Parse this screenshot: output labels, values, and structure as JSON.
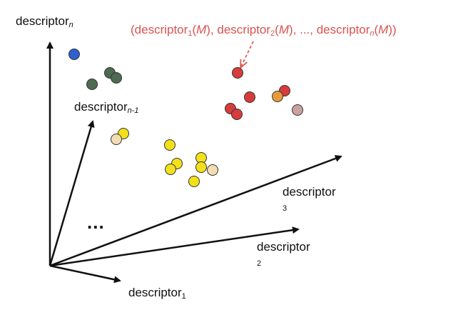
{
  "axes": [
    {
      "key": "descriptor_n",
      "base": "descriptor",
      "subscript": "n",
      "subscript_italic": true
    },
    {
      "key": "descriptor_n_minus_1",
      "base": "descriptor",
      "subscript": "n-1",
      "subscript_italic": true
    },
    {
      "key": "descriptor_3",
      "base": "descriptor",
      "subscript": "3",
      "subscript_italic": false
    },
    {
      "key": "descriptor_2",
      "base": "descriptor",
      "subscript": "2",
      "subscript_italic": false
    },
    {
      "key": "descriptor_1",
      "base": "descriptor",
      "subscript": "1",
      "subscript_italic": false
    }
  ],
  "ellipsis": "...",
  "callout": {
    "open": "(descriptor",
    "sub1": "1",
    "mid1": "(",
    "m": "M",
    "close1": "), descriptor",
    "sub2": "2",
    "close2": "), ..., descriptor",
    "subn": "n",
    "end": "))"
  },
  "colors": {
    "axis": "#111111",
    "callout_text": "#d9534f",
    "callout_arrow": "#e05a5a",
    "blue": "#2f5fd0",
    "dark_green": "#4e6b52",
    "yellow": "#f2e11a",
    "cream": "#f1dcb4",
    "red": "#d63c3c",
    "pink": "#c9a3a0",
    "orange": "#e89b3c"
  },
  "points": [
    {
      "group": "blue",
      "color": "blue"
    },
    {
      "group": "green",
      "color": "dark_green"
    },
    {
      "group": "green",
      "color": "dark_green"
    },
    {
      "group": "green",
      "color": "dark_green"
    },
    {
      "group": "yellow",
      "color": "yellow"
    },
    {
      "group": "yellow",
      "color": "cream"
    },
    {
      "group": "yellow",
      "color": "yellow"
    },
    {
      "group": "yellow",
      "color": "yellow"
    },
    {
      "group": "yellow",
      "color": "yellow"
    },
    {
      "group": "yellow",
      "color": "yellow"
    },
    {
      "group": "yellow",
      "color": "yellow"
    },
    {
      "group": "yellow",
      "color": "cream"
    },
    {
      "group": "yellow",
      "color": "yellow"
    },
    {
      "group": "red",
      "color": "red"
    },
    {
      "group": "red",
      "color": "red"
    },
    {
      "group": "red",
      "color": "red"
    },
    {
      "group": "red",
      "color": "orange"
    },
    {
      "group": "red",
      "color": "red"
    },
    {
      "group": "red",
      "color": "red"
    },
    {
      "group": "red",
      "color": "pink"
    }
  ]
}
